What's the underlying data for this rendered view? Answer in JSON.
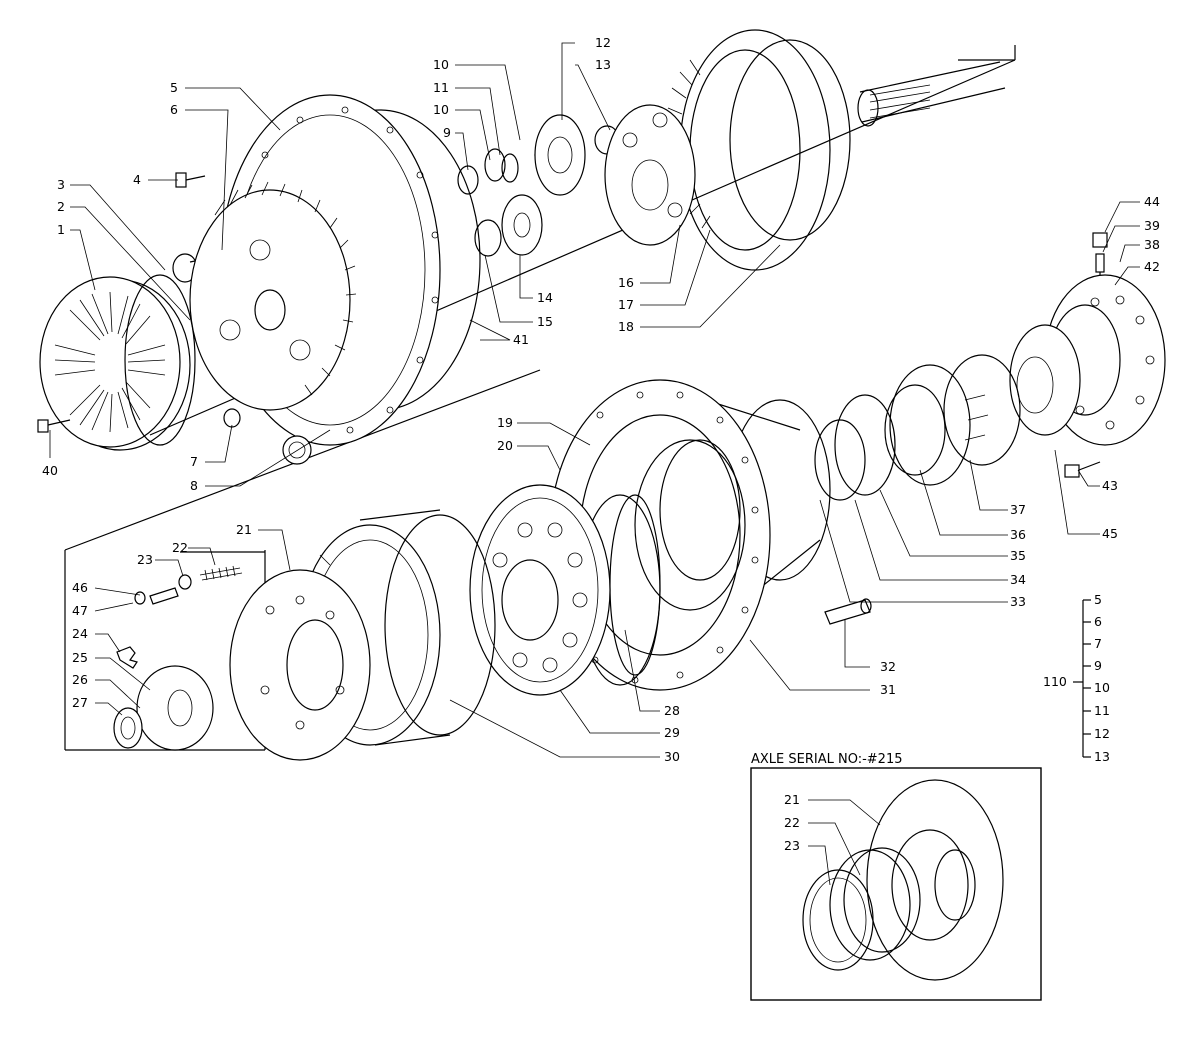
{
  "inset": {
    "title": "AXLE SERIAL NO:-#215"
  },
  "callouts": {
    "n1": "1",
    "n2": "2",
    "n3": "3",
    "n4": "4",
    "n5": "5",
    "n6": "6",
    "n7": "7",
    "n8": "8",
    "n9": "9",
    "n10a": "10",
    "n10b": "10",
    "n11": "11",
    "n12": "12",
    "n13": "13",
    "n14": "14",
    "n15": "15",
    "n16": "16",
    "n17": "17",
    "n18": "18",
    "n19": "19",
    "n20": "20",
    "n21": "21",
    "n22": "22",
    "n23": "23",
    "n24": "24",
    "n25": "25",
    "n26": "26",
    "n27": "27",
    "n28": "28",
    "n29": "29",
    "n30": "30",
    "n31": "31",
    "n32": "32",
    "n33": "33",
    "n34": "34",
    "n35": "35",
    "n36": "36",
    "n37": "37",
    "n38": "38",
    "n39": "39",
    "n40": "40",
    "n41": "41",
    "n42": "42",
    "n43": "43",
    "n44": "44",
    "n45": "45",
    "n46": "46",
    "n47": "47",
    "i21": "21",
    "i22": "22",
    "i23": "23"
  },
  "kit": {
    "label": "110",
    "items": [
      "5",
      "6",
      "7",
      "9",
      "10",
      "11",
      "12",
      "13"
    ]
  }
}
